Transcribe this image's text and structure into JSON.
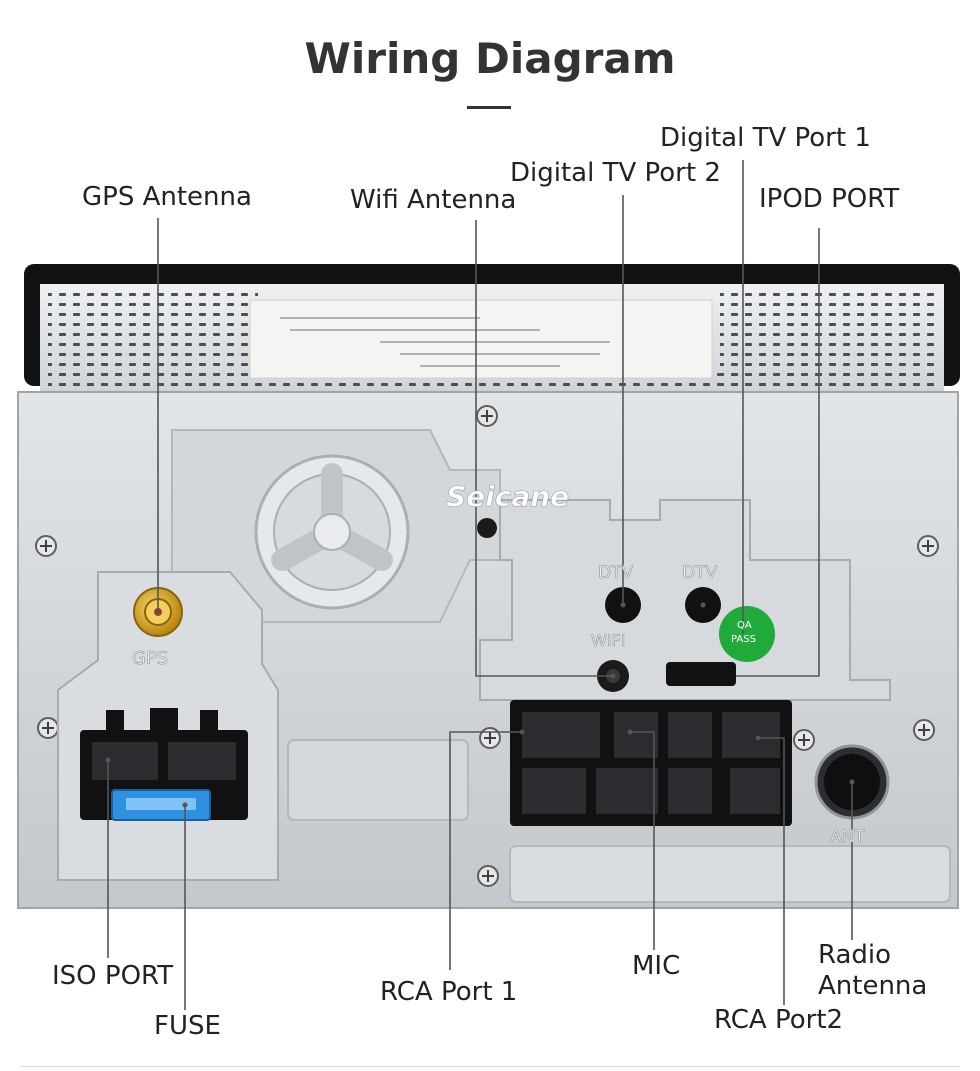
{
  "header": {
    "title": "Wiring Diagram"
  },
  "labels": {
    "gps_antenna": "GPS Antenna",
    "wifi_antenna": "Wifi Antenna",
    "digital_tv_port_2": "Digital TV Port 2",
    "digital_tv_port_1": "Digital TV Port 1",
    "ipod_port": "IPOD PORT",
    "iso_port": "ISO PORT",
    "fuse": "FUSE",
    "rca_port_1": "RCA Port 1",
    "mic": "MIC",
    "radio_antenna_line1": "Radio",
    "radio_antenna_line2": "Antenna",
    "rca_port_2": "RCA Port2"
  },
  "device_markings": {
    "brand_watermark": "Seicane",
    "gps": "GPS",
    "dtv_left": "DTV",
    "dtv_right": "DTV",
    "wifi": "WIFI",
    "ant": "ANT",
    "sticker_line1": "QA",
    "sticker_line2": "PASS"
  },
  "colors": {
    "title": "#333333",
    "metal": "#c9ced3",
    "metal_light": "#e3e6ea",
    "connector": "#111111",
    "gps_connector": "#d4a21a",
    "fuse": "#2f8fe0",
    "qa_sticker": "#1faa3a",
    "leader_line": "#555555"
  },
  "icons": [
    "screw-icon",
    "fan-vent-icon",
    "arrow-emboss-icon"
  ]
}
